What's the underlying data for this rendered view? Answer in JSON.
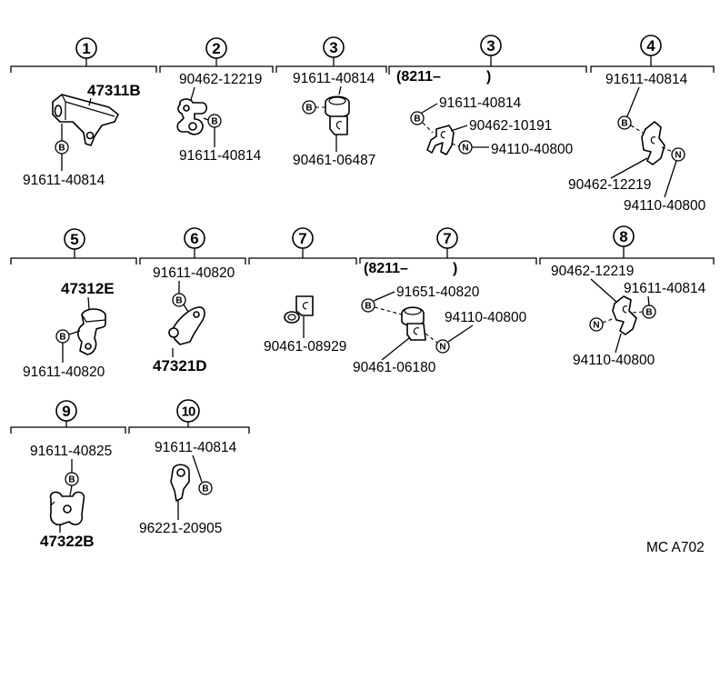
{
  "sections": [
    {
      "num": "1",
      "parts": [
        "47311B",
        "91611-40814"
      ],
      "markers": [
        "B"
      ]
    },
    {
      "num": "2",
      "parts": [
        "90462-12219",
        "91611-40814"
      ],
      "markers": [
        "B"
      ]
    },
    {
      "num": "3",
      "parts": [
        "91611-40814",
        "90461-06487"
      ],
      "markers": [
        "B"
      ]
    },
    {
      "num": "3",
      "note_open": "(8211–",
      "note_close": ")",
      "parts": [
        "91611-40814",
        "90462-10191",
        "94110-40800"
      ],
      "markers": [
        "B",
        "N"
      ]
    },
    {
      "num": "4",
      "parts": [
        "91611-40814",
        "90462-12219",
        "94110-40800"
      ],
      "markers": [
        "B",
        "N"
      ]
    },
    {
      "num": "5",
      "parts": [
        "47312E",
        "91611-40820"
      ],
      "markers": [
        "B"
      ]
    },
    {
      "num": "6",
      "parts": [
        "91611-40820",
        "47321D"
      ],
      "markers": [
        "B"
      ]
    },
    {
      "num": "7",
      "parts": [
        "90461-08929"
      ]
    },
    {
      "num": "7",
      "note_open": "(8211–",
      "note_close": ")",
      "parts": [
        "91651-40820",
        "94110-40800",
        "90461-06180"
      ],
      "markers": [
        "B",
        "N"
      ]
    },
    {
      "num": "8",
      "parts": [
        "90462-12219",
        "91611-40814",
        "94110-40800"
      ],
      "markers": [
        "B",
        "N"
      ]
    },
    {
      "num": "9",
      "parts": [
        "91611-40825",
        "47322B"
      ],
      "markers": [
        "B"
      ]
    },
    {
      "num": "10",
      "parts": [
        "91611-40814",
        "96221-20905"
      ],
      "markers": [
        "B"
      ]
    }
  ],
  "drawing_code": "MC A702"
}
